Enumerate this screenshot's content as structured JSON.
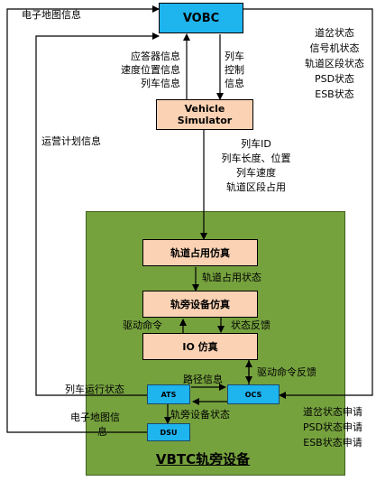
{
  "nodes": {
    "vobc": "VOBC",
    "vehicle_simulator": [
      "Vehicle",
      "Simulator"
    ],
    "track_occupancy_sim": "轨道占用仿真",
    "wayside_equipment_sim": "轨旁设备仿真",
    "io_sim": "IO 仿真",
    "ats": "ATS",
    "ocs": "OCS",
    "dsu": "DSU"
  },
  "region_title": "VBTC轨旁设备",
  "labels": {
    "electronic_map_top": "电子地图信息",
    "vobc_inputs": [
      "应答器信息",
      "速度位置信息",
      "列车信息"
    ],
    "train_control": [
      "列车",
      "控制",
      "信息"
    ],
    "status_right": [
      "道岔状态",
      "信号机状态",
      "轨道区段状态",
      "PSD状态",
      "ESB状态"
    ],
    "operation_plan": "运营计划信息",
    "train_data": [
      "列车ID",
      "列车长度、位置",
      "列车速度",
      "轨道区段占用"
    ],
    "track_occupancy_status": "轨道占用状态",
    "drive_command": "驱动命令",
    "status_feedback": "状态反馈",
    "drive_command_feedback": "驱动命令反馈",
    "route_info": "路径信息",
    "train_running_status": "列车运行状态",
    "wayside_equipment_status": "轨旁设备状态",
    "electronic_map_bottom": [
      "电子地图信",
      "息"
    ],
    "requests_right": [
      "道岔状态申请",
      "PSD状态申请",
      "ESB状态申请"
    ]
  },
  "colors": {
    "region_green": "#76a23e",
    "node_blue": "#1eb4ee",
    "node_peach": "#fbd2b4"
  }
}
